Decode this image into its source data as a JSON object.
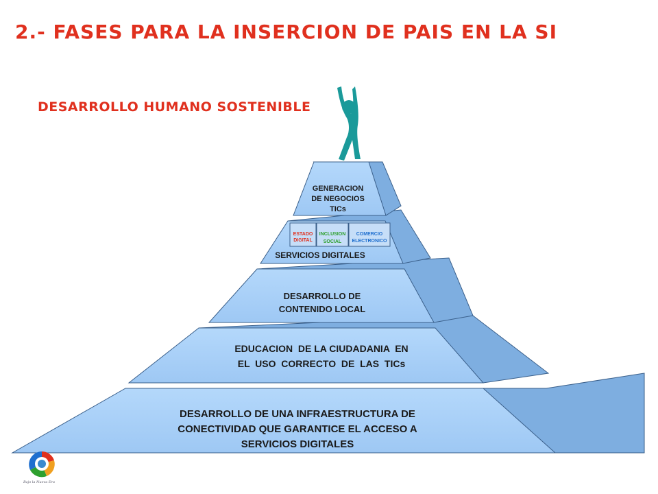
{
  "title": "2.- FASES PARA LA INSERCION DE PAIS EN LA SI",
  "subtitle": "DESARROLLO HUMANO SOSTENIBLE",
  "levels": {
    "top": {
      "lines": [
        "GENERACION",
        "DE NEGOCIOS",
        "TICs"
      ]
    },
    "services": {
      "label": "SERVICIOS DIGITALES",
      "boxes": [
        {
          "lines": [
            "ESTADO",
            "DIGITAL"
          ],
          "color": "#e0301e"
        },
        {
          "lines": [
            "INCLUSION",
            "SOCIAL"
          ],
          "color": "#2ea02e"
        },
        {
          "lines": [
            "COMERCIO",
            "ELECTRONICO"
          ],
          "color": "#1f6fcf"
        }
      ]
    },
    "content": {
      "lines": [
        "DESARROLLO DE",
        "CONTENIDO LOCAL"
      ]
    },
    "education": {
      "lines": [
        "EDUCACION  DE LA CIUDADANIA  EN",
        "EL  USO  CORRECTO  DE  LAS  TICs"
      ]
    },
    "infra": {
      "lines": [
        "DESARROLLO DE UNA INFRAESTRUCTURA DE",
        "CONECTIVIDAD QUE GARANTICE EL ACCESO A",
        "SERVICIOS DIGITALES"
      ]
    }
  },
  "logo_caption": "Bajo la Nueva Era",
  "colors": {
    "title": "#e0301e",
    "front": "#a8d0f8",
    "side": "#7eaee0",
    "figure": "#1a9a9a"
  }
}
